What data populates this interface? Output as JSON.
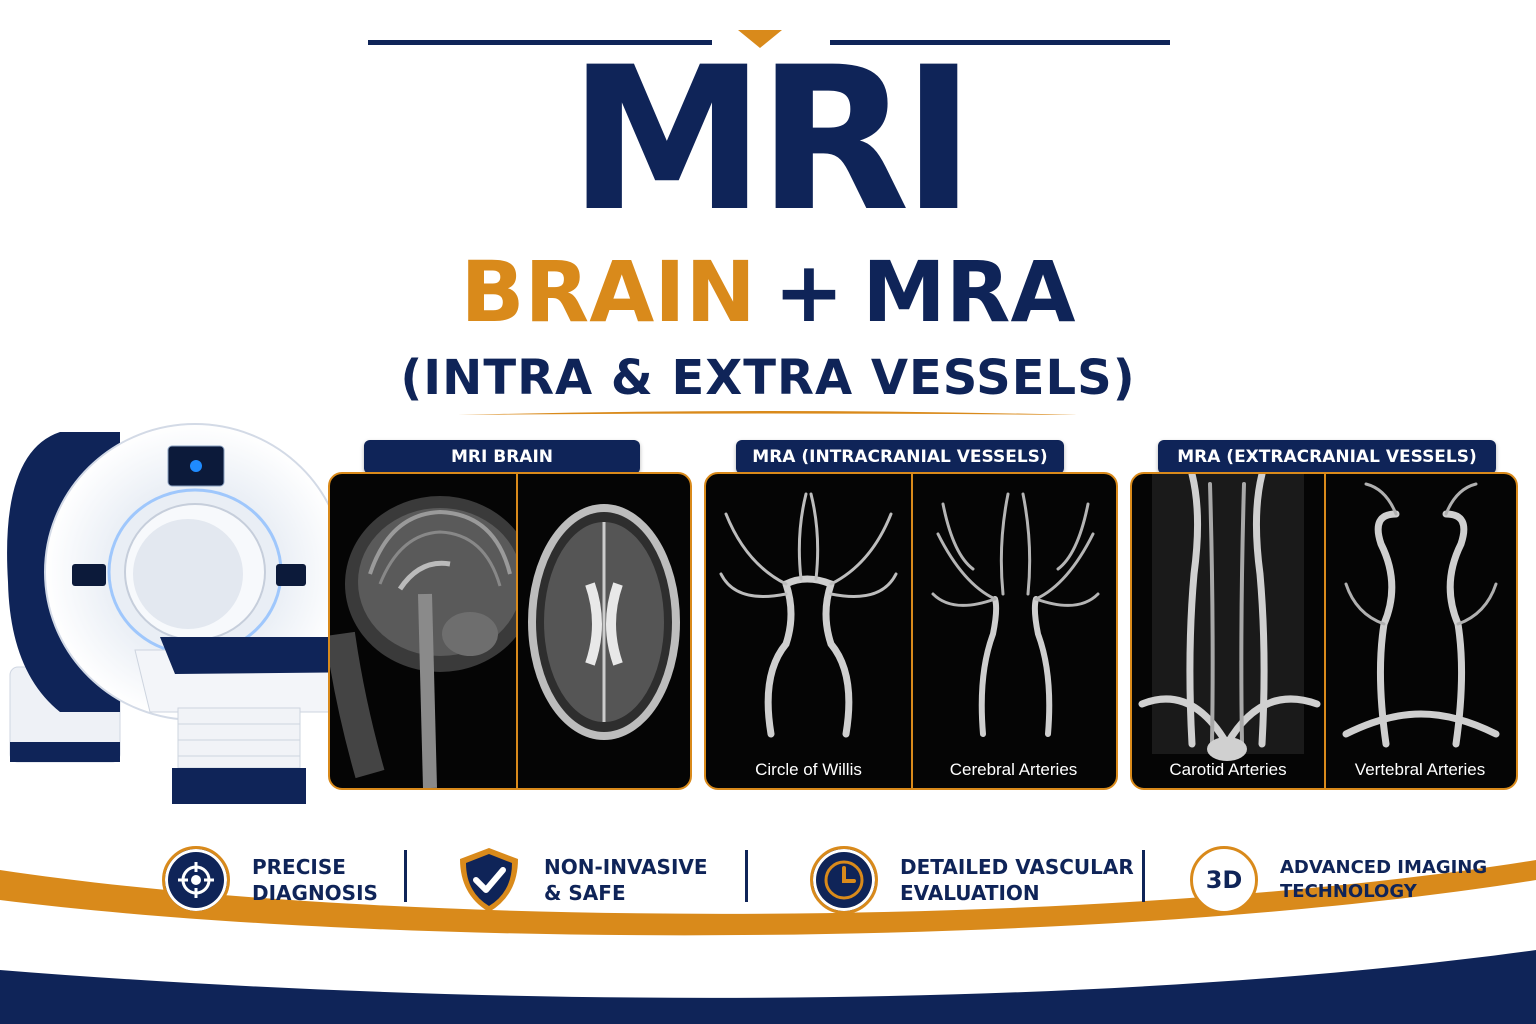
{
  "title": {
    "main": "MRI",
    "line2_part1": "BRAIN",
    "line2_plus": "+",
    "line2_part2": "MRA",
    "line3": "(INTRA & EXTRA VESSELS)"
  },
  "panels": [
    {
      "header": "MRI BRAIN",
      "captions": [
        "",
        ""
      ]
    },
    {
      "header": "MRA (INTRACRANIAL VESSELS)",
      "captions": [
        "Circle of Willis",
        "Cerebral Arteries"
      ]
    },
    {
      "header": "MRA (EXTRACRANIAL VESSELS)",
      "captions": [
        "Carotid Arteries",
        "Vertebral Arteries"
      ]
    }
  ],
  "features": [
    {
      "icon": "target-icon",
      "line1": "PRECISE",
      "line2": "DIAGNOSIS"
    },
    {
      "icon": "shield-check-icon",
      "line1": "NON-INVASIVE",
      "line2": "& SAFE"
    },
    {
      "icon": "clock-icon",
      "line1": "DETAILED VASCULAR",
      "line2": "EVALUATION"
    },
    {
      "icon": "3d-icon",
      "icon_text": "3D",
      "line1": "ADVANCED IMAGING",
      "line2": "TECHNOLOGY"
    }
  ],
  "colors": {
    "navy": "#0f2458",
    "gold": "#d98a1b",
    "background": "#ffffff",
    "scan_background": "#050505"
  }
}
